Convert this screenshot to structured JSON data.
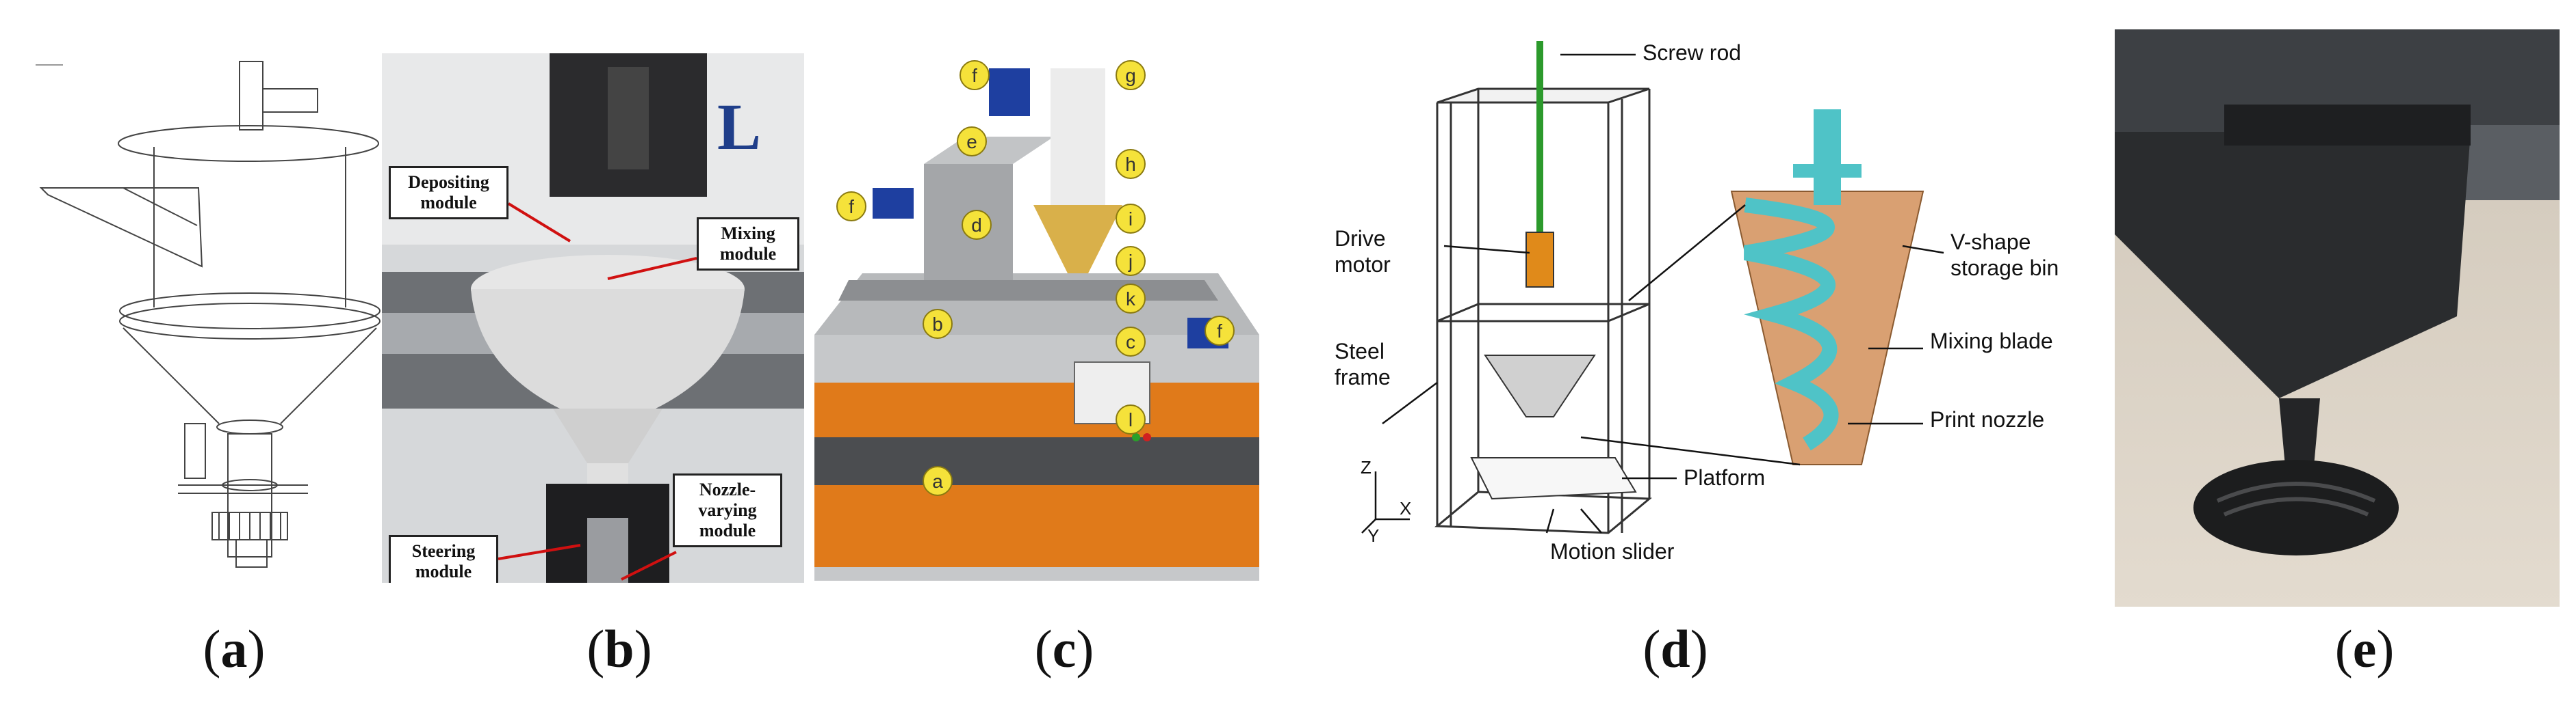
{
  "panels": {
    "a": {
      "caption": "a"
    },
    "b": {
      "caption": "b",
      "wall_letter": "L",
      "labels": {
        "depositing": "Depositing module",
        "mixing": "Mixing module",
        "steering": "Steering module",
        "nozzle_varying": "Nozzle-varying module"
      }
    },
    "c": {
      "caption": "c",
      "markers": [
        "f",
        "g",
        "e",
        "h",
        "f",
        "i",
        "d",
        "j",
        "k",
        "b",
        "c",
        "f",
        "l",
        "a"
      ]
    },
    "d": {
      "caption": "d",
      "labels": {
        "screw_rod": "Screw rod",
        "drive_motor": "Drive motor",
        "steel_frame": "Steel frame",
        "v_shape": "V-shape storage bin",
        "mixing_blade": "Mixing blade",
        "print_nozzle": "Print nozzle",
        "platform": "Platform",
        "motion_slider": "Motion slider",
        "axis_z": "Z",
        "axis_x": "X",
        "axis_y": "Y"
      }
    },
    "e": {
      "caption": "e"
    }
  },
  "colors": {
    "marker_fill": "#f5e23a",
    "orange_band": "#e07a1a",
    "bronze_bin": "#d9a072",
    "blade_cyan": "#4fc3c7",
    "red_leader": "#d01010"
  }
}
